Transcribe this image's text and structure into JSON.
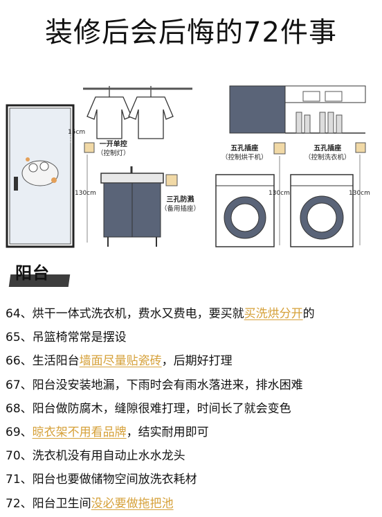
{
  "title": "装修后会后悔的72件事",
  "illustration": {
    "single_switch": "一开单控",
    "single_switch_note": "（控制灯）",
    "height_15": "15cm",
    "height_130_left": "130cm",
    "splash_socket": "三孔防溅",
    "splash_socket_note": "（备用插座）",
    "dryer_socket": "五孔插座",
    "dryer_socket_note": "（控制烘干机）",
    "height_130_mid": "130cm",
    "washer_socket": "五孔插座",
    "washer_socket_note": "（控制洗衣机）",
    "height_130_right": "130cm"
  },
  "section_title": "阳台",
  "items": [
    {
      "prefix": "64、烘干一体式洗衣机，费水又费电，要买就",
      "highlight": "买洗烘分开",
      "suffix": "的"
    },
    {
      "prefix": "65、吊篮椅常常是摆设",
      "highlight": "",
      "suffix": ""
    },
    {
      "prefix": "66、生活阳台",
      "highlight": "墙面尽量贴瓷砖",
      "suffix": "，后期好打理"
    },
    {
      "prefix": "67、阳台没安装地漏，下雨时会有雨水落进来，排水困难",
      "highlight": "",
      "suffix": ""
    },
    {
      "prefix": "68、阳台做防腐木，缝隙很难打理，时间长了就会变色",
      "highlight": "",
      "suffix": ""
    },
    {
      "prefix": "69、",
      "highlight": "晾衣架不用看品牌",
      "suffix": "，结实耐用即可"
    },
    {
      "prefix": "70、洗衣机没有用自动止水水龙头",
      "highlight": "",
      "suffix": ""
    },
    {
      "prefix": "71、阳台也要做储物空间放洗衣耗材",
      "highlight": "",
      "suffix": ""
    },
    {
      "prefix": "72、阳台卫生间",
      "highlight": "没必要做拖把池",
      "suffix": ""
    }
  ]
}
